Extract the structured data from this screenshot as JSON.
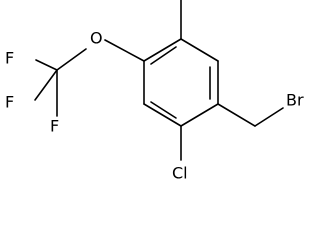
{
  "molecule": {
    "atoms": {
      "br": "Br",
      "cl": "Cl",
      "o": "O",
      "f1": "F",
      "f2": "F",
      "f3": "F"
    },
    "line_color": "#000000",
    "background": "#ffffff"
  }
}
